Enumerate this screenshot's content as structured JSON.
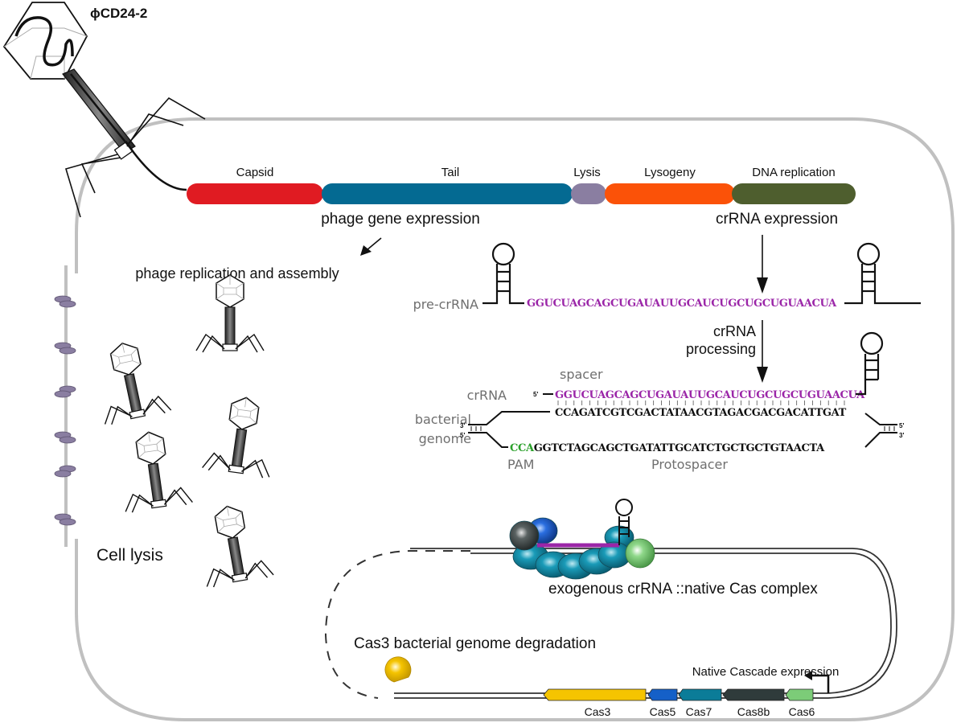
{
  "phage_name": "ϕCD24-2",
  "genome_modules": [
    {
      "label": "Capsid",
      "color": "#e01b22"
    },
    {
      "label": "Tail",
      "color": "#046a92"
    },
    {
      "label": "Lysis",
      "color": "#8a7ea1"
    },
    {
      "label": "Lysogeny",
      "color": "#fb5208"
    },
    {
      "label": "DNA replication",
      "color": "#4e5e2e"
    }
  ],
  "labels": {
    "phage_gene_expression": "phage gene expression",
    "crrna_expression": "crRNA expression",
    "phage_replication": "phage replication and assembly",
    "pre_crrna": "pre-crRNA",
    "crrna_processing_1": "crRNA",
    "crrna_processing_2": "processing",
    "spacer": "spacer",
    "crrna": "crRNA",
    "bacterial_1": "bacterial",
    "bacterial_2": "genome",
    "pam": "PAM",
    "protospacer": "Protospacer",
    "cell_lysis": "Cell lysis",
    "cas_complex": "exogenous crRNA ::native Cas complex",
    "degradation": "Cas3 bacterial genome degradation",
    "cascade_expression": "Native Cascade expression",
    "five_prime": "5'",
    "three_prime": "3'"
  },
  "sequences": {
    "pre_crrna_spacer": "GGUCUAGCAGCUGAUAUUGCAUCUGCUGCUGUAACUA",
    "crrna_spacer": "GGUCUAGCAGCUGAUAUUGCAUCUGCUGCUGUAACUA",
    "target_strand": "CCAGATCGTCGACTATAACGTAGACGACGACATTGAT",
    "pam": "CCA",
    "protospacer": "GGTCTAGCAGCTGATATTGCATCTGCTGCTGTAACTA"
  },
  "colors": {
    "spacer": "#9b26a8",
    "pam": "#2aa02a",
    "cell_wall": "#c0c0c0"
  },
  "cas_genes": [
    {
      "label": "Cas3",
      "color": "#f5c400"
    },
    {
      "label": "Cas5",
      "color": "#1560c8"
    },
    {
      "label": "Cas7",
      "color": "#0b7c98"
    },
    {
      "label": "Cas8b",
      "color": "#2f3b3b"
    },
    {
      "label": "Cas6",
      "color": "#7ccc78"
    }
  ]
}
